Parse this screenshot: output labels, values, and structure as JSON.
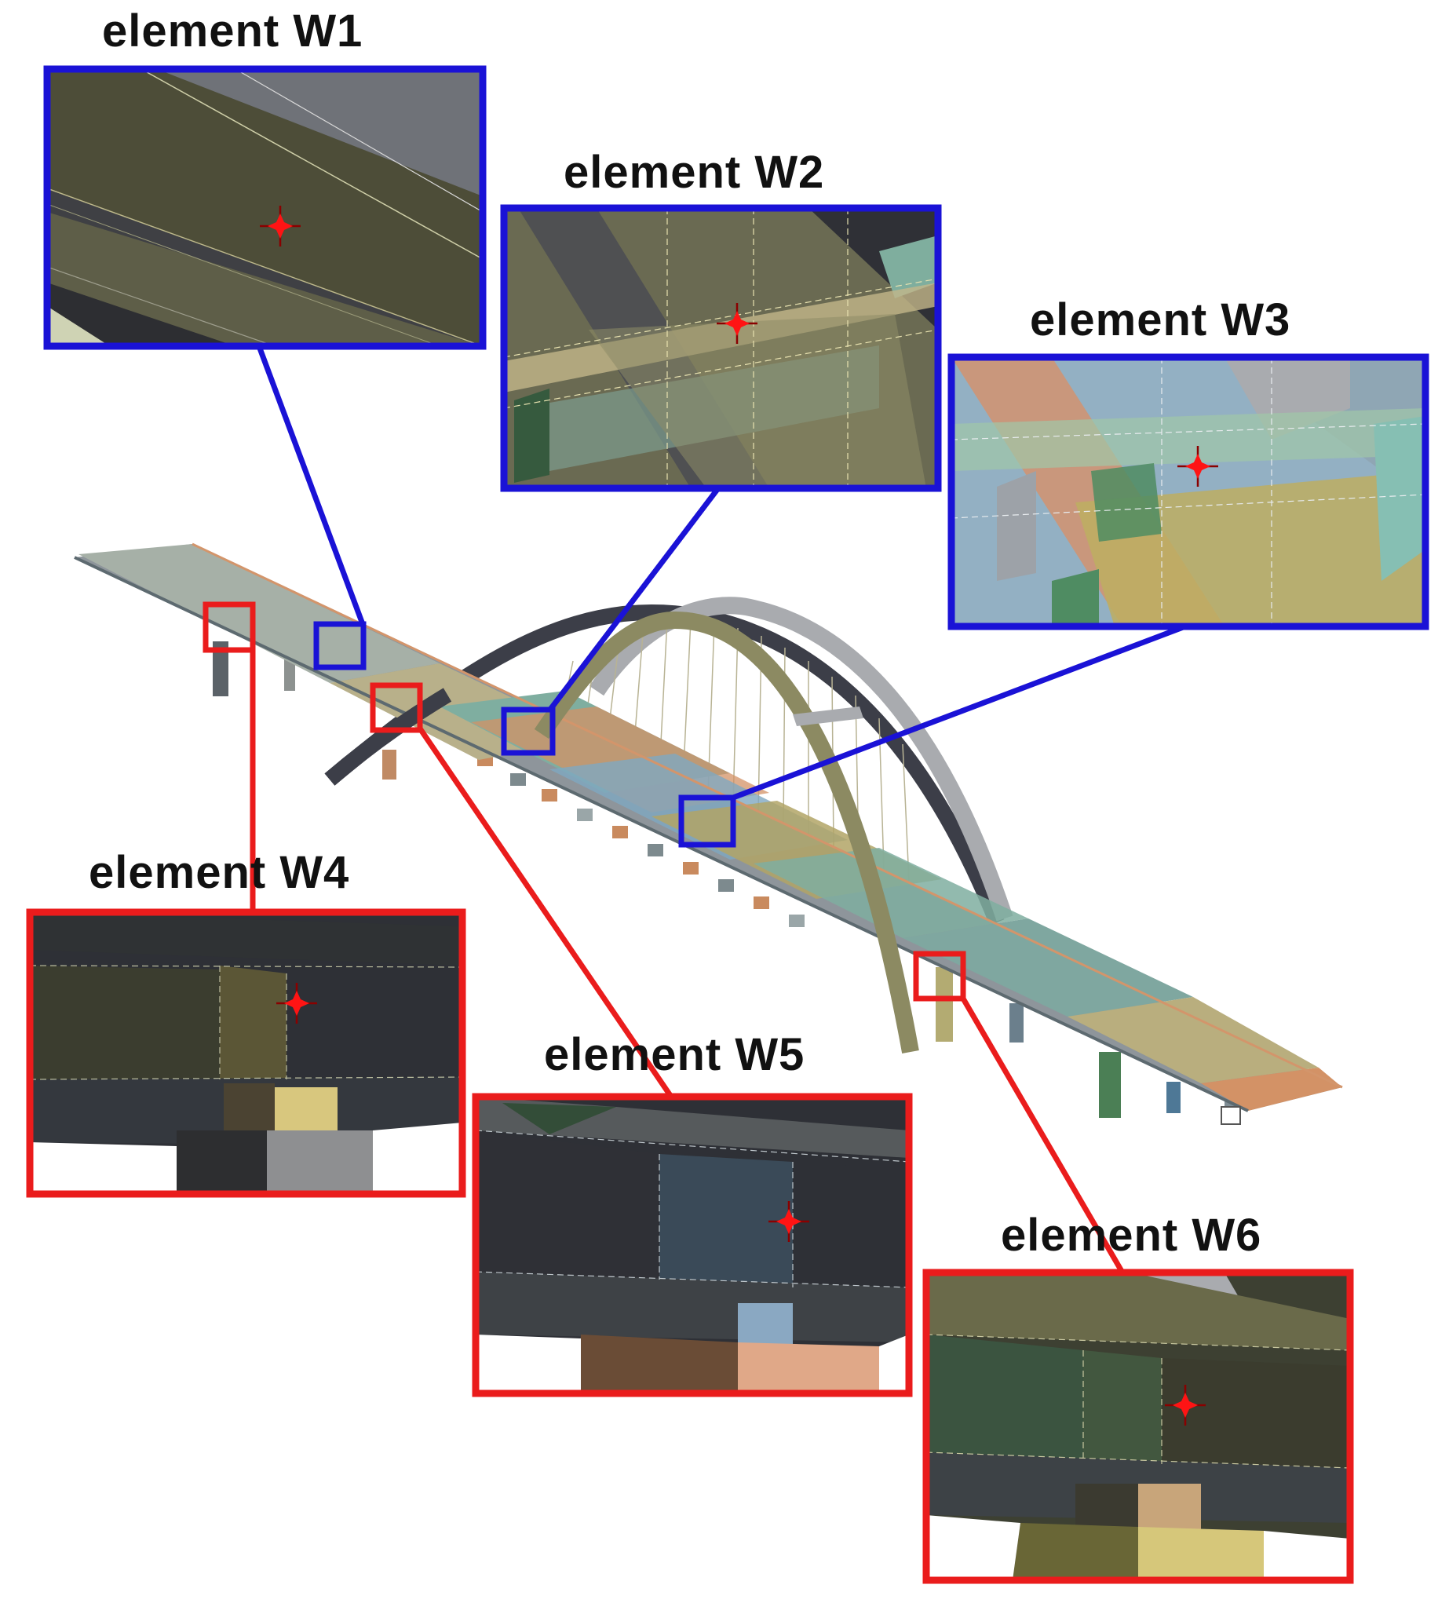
{
  "colors": {
    "blue": "#1a12d6",
    "red": "#ea1c1c",
    "marker": "#ff1414",
    "arch_dark": "#3c3e48",
    "arch_olive": "#8c8a62",
    "arch_light": "#a9abaf",
    "deck_teal": "#7faea0",
    "deck_orange": "#d39266",
    "deck_olive": "#b1a566",
    "deck_grey": "#8e959b"
  },
  "elements": [
    {
      "id": "W1",
      "label": "element W1",
      "box_color": "blue"
    },
    {
      "id": "W2",
      "label": "element W2",
      "box_color": "blue"
    },
    {
      "id": "W3",
      "label": "element W3",
      "box_color": "blue"
    },
    {
      "id": "W4",
      "label": "element W4",
      "box_color": "red"
    },
    {
      "id": "W5",
      "label": "element W5",
      "box_color": "red"
    },
    {
      "id": "W6",
      "label": "element W6",
      "box_color": "red"
    }
  ]
}
